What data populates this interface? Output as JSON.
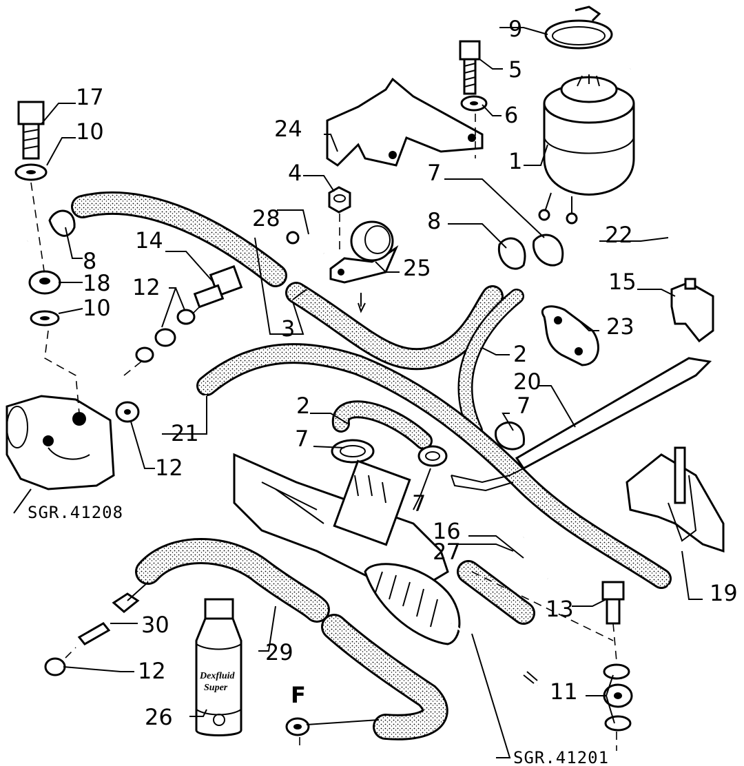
{
  "labels": {
    "p1": "1",
    "p2a": "2",
    "p2b": "2",
    "p3": "3",
    "p4": "4",
    "p5": "5",
    "p6": "6",
    "p7a": "7",
    "p7b": "7",
    "p7c": "7",
    "p7d": "7",
    "p8a": "8",
    "p8b": "8",
    "p9": "9",
    "p10a": "10",
    "p10b": "10",
    "p11": "11",
    "p12a": "12",
    "p12b": "12",
    "p12c": "12",
    "p13": "13",
    "p14": "14",
    "p15": "15",
    "p16": "16",
    "p17": "17",
    "p18": "18",
    "p19": "19",
    "p20": "20",
    "p21": "21",
    "p22": "22",
    "p23": "23",
    "p24": "24",
    "p25": "25",
    "p26": "26",
    "p27": "27",
    "p28": "28",
    "p29": "29",
    "p30": "30",
    "pF": "F"
  },
  "references": {
    "pump_ref": "SGR.41208",
    "rack_ref": "SGR.41201"
  },
  "bottle": {
    "line1": "Dexfluid",
    "line2": "Super"
  }
}
